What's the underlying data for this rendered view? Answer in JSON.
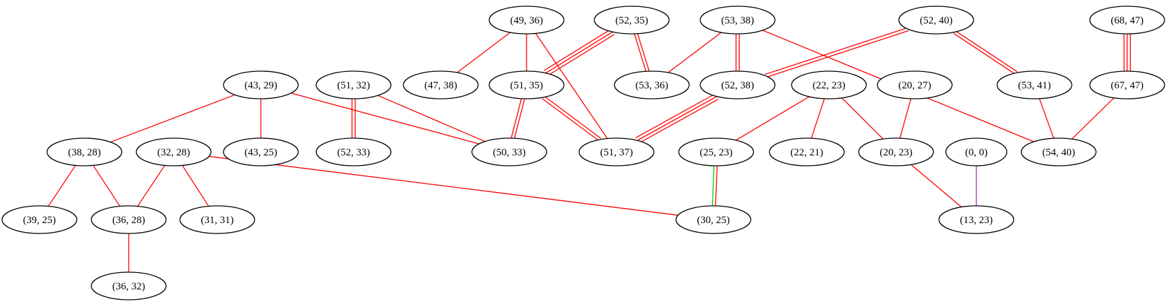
{
  "nodes": [
    {
      "id": "n1",
      "label": "(49, 36)"
    },
    {
      "id": "n2",
      "label": "(52, 35)"
    },
    {
      "id": "n3",
      "label": "(53, 38)"
    },
    {
      "id": "n4",
      "label": "(52, 40)"
    },
    {
      "id": "n5",
      "label": "(68, 47)"
    },
    {
      "id": "n6",
      "label": "(43, 29)"
    },
    {
      "id": "n7",
      "label": "(51, 32)"
    },
    {
      "id": "n8",
      "label": "(47, 38)"
    },
    {
      "id": "n9",
      "label": "(51, 35)"
    },
    {
      "id": "n10",
      "label": "(53, 36)"
    },
    {
      "id": "n11",
      "label": "(52, 38)"
    },
    {
      "id": "n12",
      "label": "(22, 23)"
    },
    {
      "id": "n13",
      "label": "(20, 27)"
    },
    {
      "id": "n14",
      "label": "(53, 41)"
    },
    {
      "id": "n15",
      "label": "(67, 47)"
    },
    {
      "id": "n16",
      "label": "(38, 28)"
    },
    {
      "id": "n17",
      "label": "(32, 28)"
    },
    {
      "id": "n18",
      "label": "(43, 25)"
    },
    {
      "id": "n19",
      "label": "(52, 33)"
    },
    {
      "id": "n20",
      "label": "(50, 33)"
    },
    {
      "id": "n21",
      "label": "(51, 37)"
    },
    {
      "id": "n22",
      "label": "(25, 23)"
    },
    {
      "id": "n23",
      "label": "(22, 21)"
    },
    {
      "id": "n24",
      "label": "(20, 23)"
    },
    {
      "id": "n25",
      "label": "(0, 0)"
    },
    {
      "id": "n26",
      "label": "(54, 40)"
    },
    {
      "id": "n27",
      "label": "(39, 25)"
    },
    {
      "id": "n28",
      "label": "(36, 28)"
    },
    {
      "id": "n29",
      "label": "(31, 31)"
    },
    {
      "id": "n30",
      "label": "(30, 25)"
    },
    {
      "id": "n31",
      "label": "(13, 23)"
    },
    {
      "id": "n32",
      "label": "(36, 32)"
    }
  ],
  "edges": [
    {
      "from": "n1",
      "to": "n8",
      "colors": [
        "#ff0000"
      ]
    },
    {
      "from": "n1",
      "to": "n9",
      "colors": [
        "#ff0000"
      ]
    },
    {
      "from": "n1",
      "to": "n21",
      "colors": [
        "#ff0000"
      ]
    },
    {
      "from": "n2",
      "to": "n9",
      "colors": [
        "#ff0000",
        "#ff0000",
        "#ff0000"
      ]
    },
    {
      "from": "n2",
      "to": "n10",
      "colors": [
        "#ff0000",
        "#ff0000"
      ]
    },
    {
      "from": "n3",
      "to": "n10",
      "colors": [
        "#ff0000"
      ]
    },
    {
      "from": "n3",
      "to": "n11",
      "colors": [
        "#ff0000",
        "#ff0000"
      ]
    },
    {
      "from": "n3",
      "to": "n26",
      "colors": [
        "#ff0000"
      ]
    },
    {
      "from": "n4",
      "to": "n11",
      "colors": [
        "#ff0000",
        "#ff0000"
      ]
    },
    {
      "from": "n4",
      "to": "n14",
      "colors": [
        "#ff0000",
        "#ff0000"
      ]
    },
    {
      "from": "n5",
      "to": "n15",
      "colors": [
        "#ff0000",
        "#ff0000",
        "#ff0000"
      ]
    },
    {
      "from": "n6",
      "to": "n16",
      "colors": [
        "#ff0000"
      ]
    },
    {
      "from": "n6",
      "to": "n18",
      "colors": [
        "#ff0000"
      ]
    },
    {
      "from": "n6",
      "to": "n20",
      "colors": [
        "#ff0000"
      ]
    },
    {
      "from": "n7",
      "to": "n19",
      "colors": [
        "#ff0000",
        "#ff0000"
      ]
    },
    {
      "from": "n7",
      "to": "n20",
      "colors": [
        "#ff0000"
      ]
    },
    {
      "from": "n9",
      "to": "n20",
      "colors": [
        "#ff0000",
        "#ff0000"
      ]
    },
    {
      "from": "n9",
      "to": "n21",
      "colors": [
        "#ff0000",
        "#ff0000"
      ]
    },
    {
      "from": "n11",
      "to": "n21",
      "colors": [
        "#ff0000",
        "#ff0000",
        "#ff0000"
      ]
    },
    {
      "from": "n12",
      "to": "n22",
      "colors": [
        "#ff0000"
      ]
    },
    {
      "from": "n12",
      "to": "n23",
      "colors": [
        "#ff0000"
      ]
    },
    {
      "from": "n12",
      "to": "n24",
      "colors": [
        "#ff0000"
      ]
    },
    {
      "from": "n13",
      "to": "n24",
      "colors": [
        "#ff0000"
      ]
    },
    {
      "from": "n14",
      "to": "n26",
      "colors": [
        "#ff0000"
      ]
    },
    {
      "from": "n15",
      "to": "n26",
      "colors": [
        "#ff0000"
      ]
    },
    {
      "from": "n16",
      "to": "n27",
      "colors": [
        "#ff0000"
      ]
    },
    {
      "from": "n16",
      "to": "n28",
      "colors": [
        "#ff0000"
      ]
    },
    {
      "from": "n17",
      "to": "n28",
      "colors": [
        "#ff0000"
      ]
    },
    {
      "from": "n17",
      "to": "n29",
      "colors": [
        "#ff0000"
      ]
    },
    {
      "from": "n17",
      "to": "n30",
      "colors": [
        "#ff0000"
      ]
    },
    {
      "from": "n22",
      "to": "n30",
      "colors": [
        "#ff0000",
        "#00cc00"
      ]
    },
    {
      "from": "n24",
      "to": "n31",
      "colors": [
        "#ff0000"
      ]
    },
    {
      "from": "n25",
      "to": "n31",
      "colors": [
        "#9933cc"
      ]
    },
    {
      "from": "n28",
      "to": "n32",
      "colors": [
        "#ff0000"
      ]
    }
  ]
}
